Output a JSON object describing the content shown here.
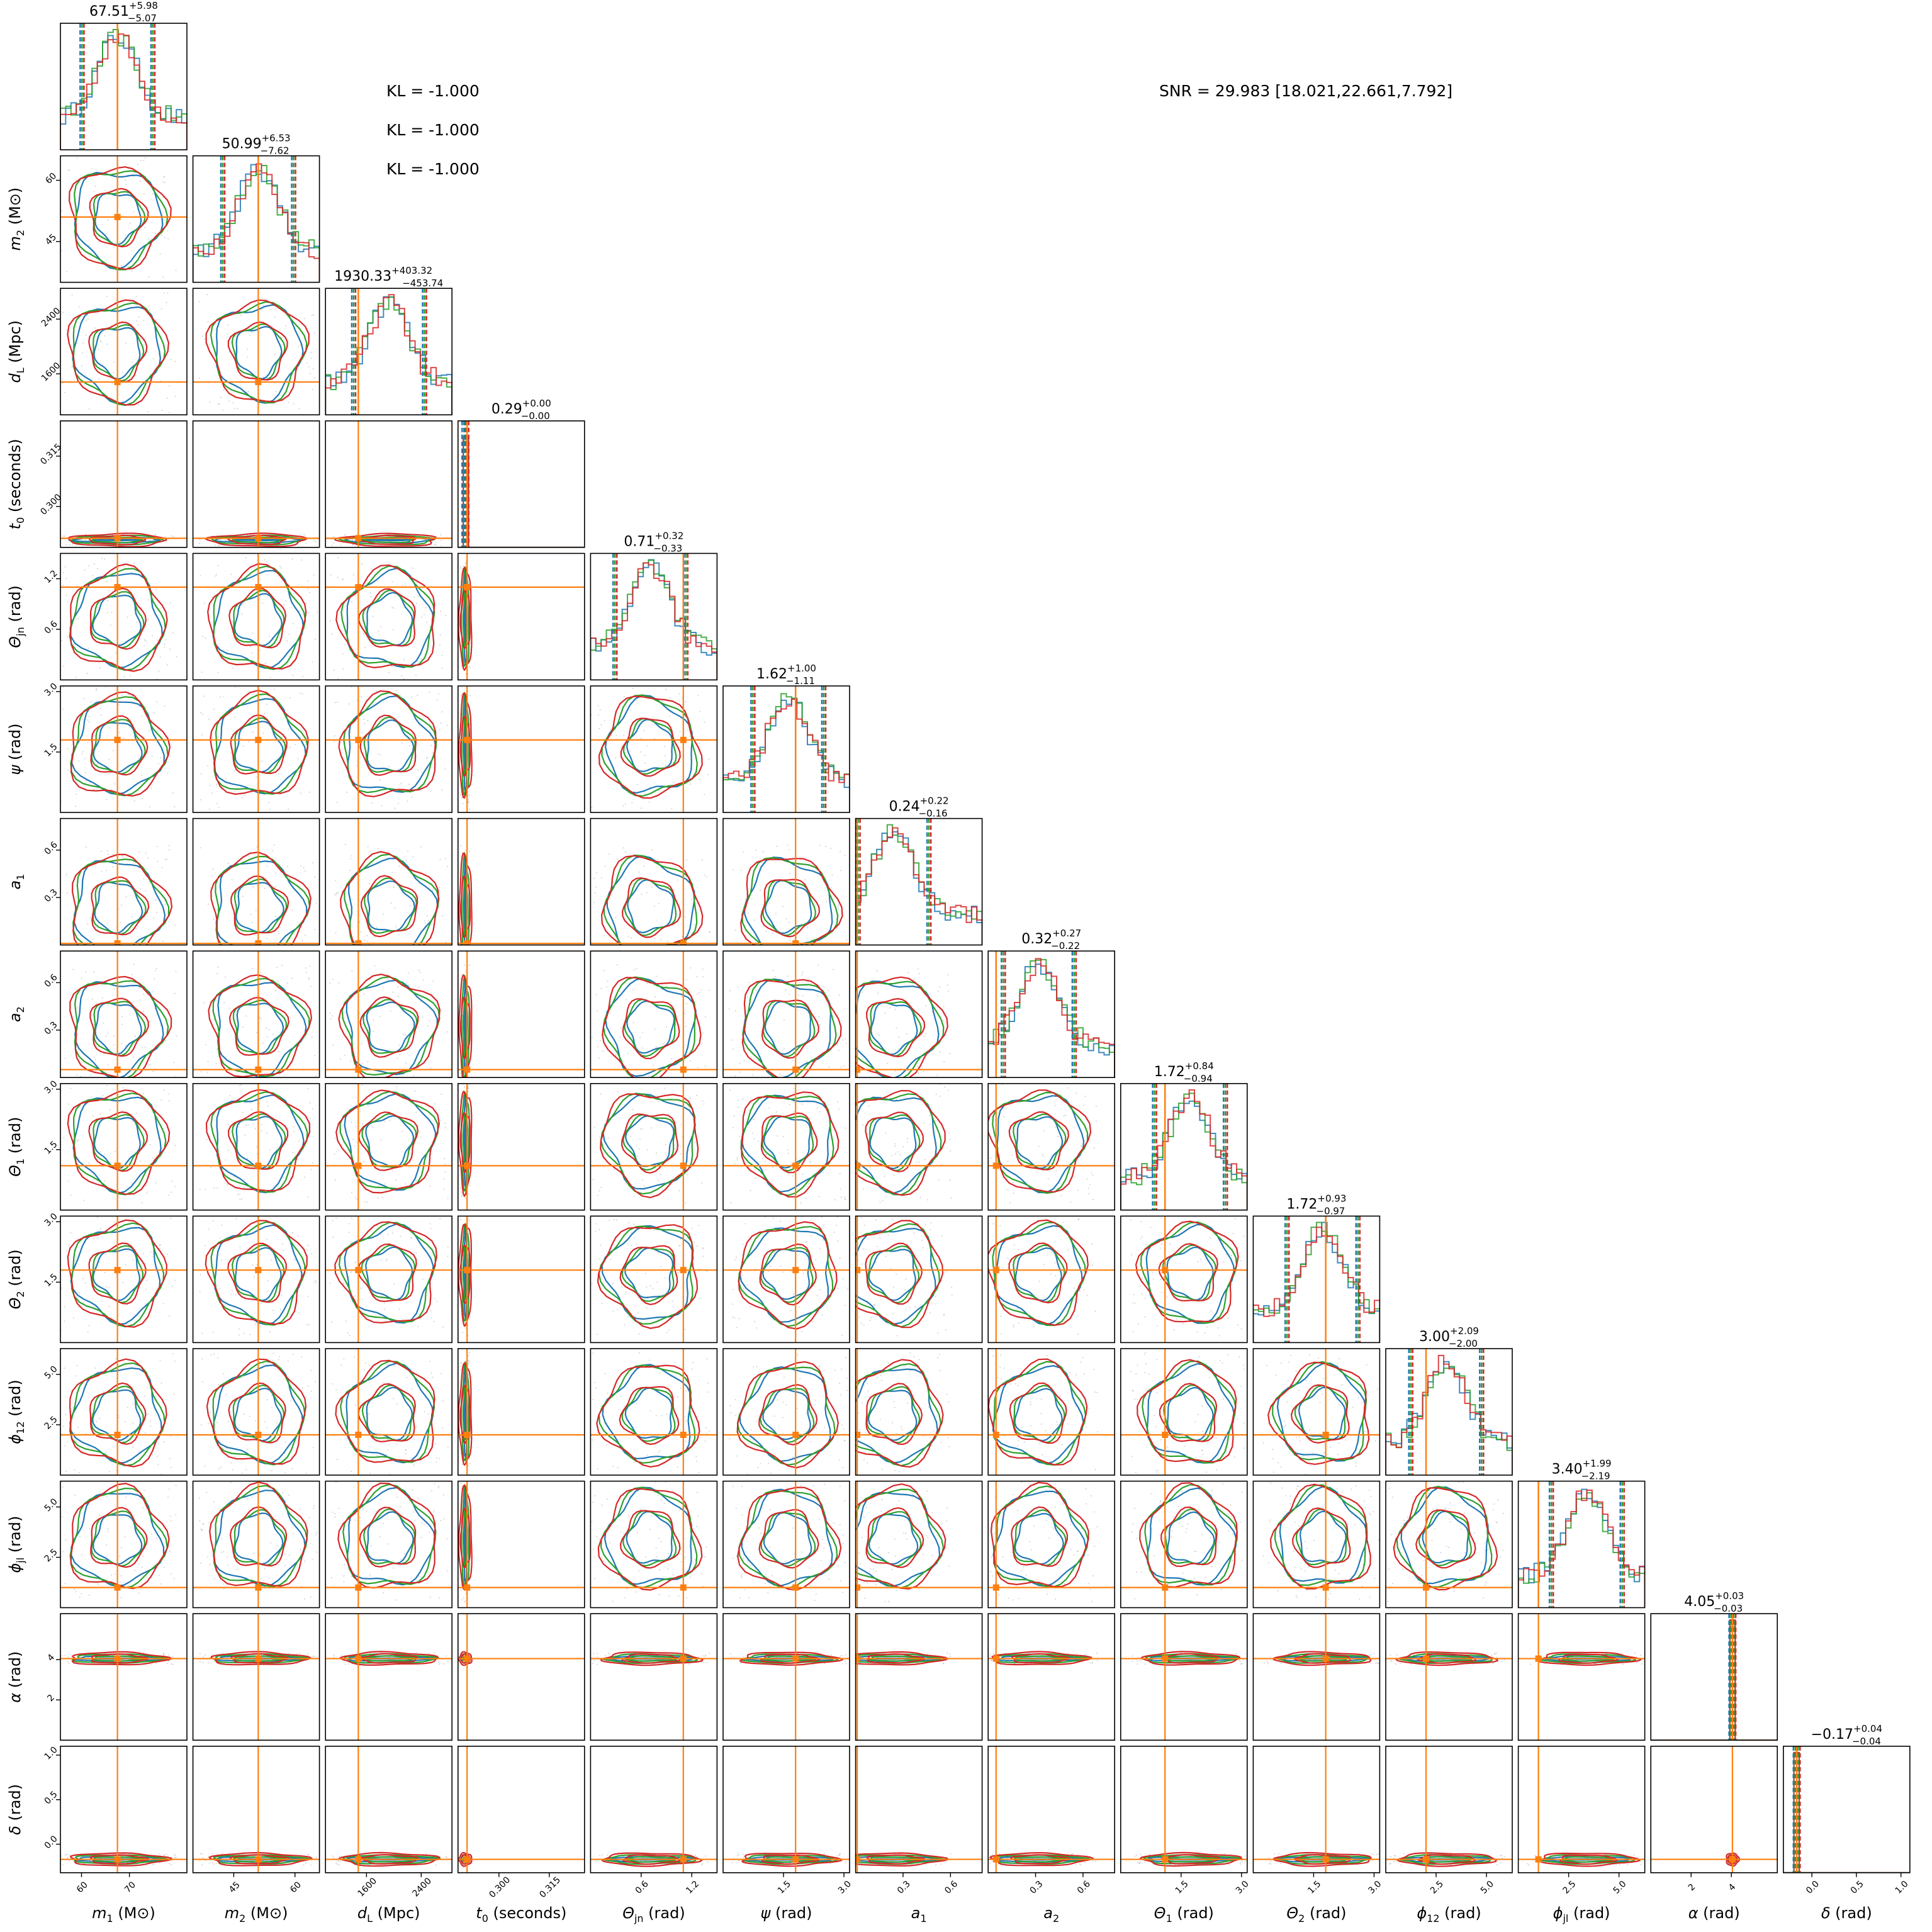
{
  "chart_data": {
    "type": "corner",
    "parameters": [
      {
        "key": "m1",
        "symbol": "m",
        "sub": "1",
        "unit": " (M⊙)",
        "ticks": [
          {
            "v": 60,
            "t": "60"
          },
          {
            "v": 70,
            "t": "70"
          }
        ],
        "range": [
          55.6,
          82
        ],
        "truth": 67.5,
        "median": 67.51,
        "q_plus": "+5.98",
        "q_minus": "−5.07"
      },
      {
        "key": "m2",
        "symbol": "m",
        "sub": "2",
        "unit": " (M⊙)",
        "ticks": [
          {
            "v": 45,
            "t": "45"
          },
          {
            "v": 60,
            "t": "60"
          }
        ],
        "range": [
          35,
          66
        ],
        "truth": 51,
        "median": 50.99,
        "q_plus": "+6.53",
        "q_minus": "−7.62"
      },
      {
        "key": "dL",
        "symbol": "d",
        "sub": "L",
        "unit": " (Mpc)",
        "ticks": [
          {
            "v": 1600,
            "t": "1600"
          },
          {
            "v": 2400,
            "t": "2400"
          }
        ],
        "range": [
          1000,
          2850
        ],
        "truth": 1480,
        "median": 1930.33,
        "q_plus": "+403.32",
        "q_minus": "−453.74"
      },
      {
        "key": "t0",
        "symbol": "t",
        "sub": "0",
        "unit": " (seconds)",
        "ticks": [
          {
            "v": 0.3,
            "t": "0.300"
          },
          {
            "v": 0.315,
            "t": "0.315"
          }
        ],
        "range": [
          0.2878,
          0.3255
        ],
        "truth": 0.2905,
        "median": 0.29,
        "q_plus": "+0.00",
        "q_minus": "−0.00"
      },
      {
        "key": "thjn",
        "symbol": "Θ",
        "sub": "jn",
        "unit": " (rad)",
        "ticks": [
          {
            "v": 0.6,
            "t": "0.6"
          },
          {
            "v": 1.2,
            "t": "1.2"
          }
        ],
        "range": [
          0,
          1.5
        ],
        "truth": 1.1,
        "median": 0.71,
        "q_plus": "+0.32",
        "q_minus": "−0.33"
      },
      {
        "key": "psi",
        "symbol": "ψ",
        "sub": "",
        "unit": " (rad)",
        "ticks": [
          {
            "v": 1.5,
            "t": "1.5"
          },
          {
            "v": 3.0,
            "t": "3.0"
          }
        ],
        "range": [
          0,
          3.14
        ],
        "truth": 1.8,
        "median": 1.62,
        "q_plus": "+1.00",
        "q_minus": "−1.11"
      },
      {
        "key": "a1",
        "symbol": "a",
        "sub": "1",
        "unit": "",
        "ticks": [
          {
            "v": 0.3,
            "t": "0.3"
          },
          {
            "v": 0.6,
            "t": "0.6"
          }
        ],
        "range": [
          0,
          0.8
        ],
        "truth": 0.01,
        "median": 0.24,
        "q_plus": "+0.22",
        "q_minus": "−0.16"
      },
      {
        "key": "a2",
        "symbol": "a",
        "sub": "2",
        "unit": "",
        "ticks": [
          {
            "v": 0.3,
            "t": "0.3"
          },
          {
            "v": 0.6,
            "t": "0.6"
          }
        ],
        "range": [
          0,
          0.8
        ],
        "truth": 0.05,
        "median": 0.32,
        "q_plus": "+0.27",
        "q_minus": "−0.22"
      },
      {
        "key": "th1",
        "symbol": "Θ",
        "sub": "1",
        "unit": " (rad)",
        "ticks": [
          {
            "v": 1.5,
            "t": "1.5"
          },
          {
            "v": 3.0,
            "t": "3.0"
          }
        ],
        "range": [
          0,
          3.14
        ],
        "truth": 1.1,
        "median": 1.72,
        "q_plus": "+0.84",
        "q_minus": "−0.94"
      },
      {
        "key": "th2",
        "symbol": "Θ",
        "sub": "2",
        "unit": " (rad)",
        "ticks": [
          {
            "v": 1.5,
            "t": "1.5"
          },
          {
            "v": 3.0,
            "t": "3.0"
          }
        ],
        "range": [
          0,
          3.14
        ],
        "truth": 1.8,
        "median": 1.72,
        "q_plus": "+0.93",
        "q_minus": "−0.97"
      },
      {
        "key": "phi12",
        "symbol": "ϕ",
        "sub": "12",
        "unit": " (rad)",
        "ticks": [
          {
            "v": 2.5,
            "t": "2.5"
          },
          {
            "v": 5.0,
            "t": "5.0"
          }
        ],
        "range": [
          0,
          6.28
        ],
        "truth": 2.0,
        "median": 3.0,
        "q_plus": "+2.09",
        "q_minus": "−2.00"
      },
      {
        "key": "phijl",
        "symbol": "ϕ",
        "sub": "jl",
        "unit": " (rad)",
        "ticks": [
          {
            "v": 2.5,
            "t": "2.5"
          },
          {
            "v": 5.0,
            "t": "5.0"
          }
        ],
        "range": [
          0,
          6.28
        ],
        "truth": 1.0,
        "median": 3.4,
        "q_plus": "+1.99",
        "q_minus": "−2.19"
      },
      {
        "key": "alpha",
        "symbol": "α",
        "sub": "",
        "unit": " (rad)",
        "ticks": [
          {
            "v": 2,
            "t": "2"
          },
          {
            "v": 4,
            "t": "4"
          }
        ],
        "range": [
          0,
          6.28
        ],
        "truth": 4.05,
        "median": 4.05,
        "q_plus": "+0.03",
        "q_minus": "−0.03"
      },
      {
        "key": "delta",
        "symbol": "δ",
        "sub": "",
        "unit": " (rad)",
        "ticks": [
          {
            "v": 0.0,
            "t": "0.0"
          },
          {
            "v": 0.5,
            "t": "0.5"
          },
          {
            "v": 1.0,
            "t": "1.0"
          }
        ],
        "range": [
          -0.32,
          1.1
        ],
        "truth": -0.17,
        "median": -0.17,
        "q_plus": "+0.04",
        "q_minus": "−0.04"
      }
    ],
    "kl": [
      "KL = -1.000",
      "KL = -1.000",
      "KL = -1.000"
    ],
    "snr": "SNR = 29.983 [18.021,22.661,7.792]",
    "colors": {
      "series": [
        "#1f77b4",
        "#2ca02c",
        "#d62728"
      ],
      "truth": "#ff7f0e",
      "frame": "#000000"
    },
    "series_count": 3
  }
}
